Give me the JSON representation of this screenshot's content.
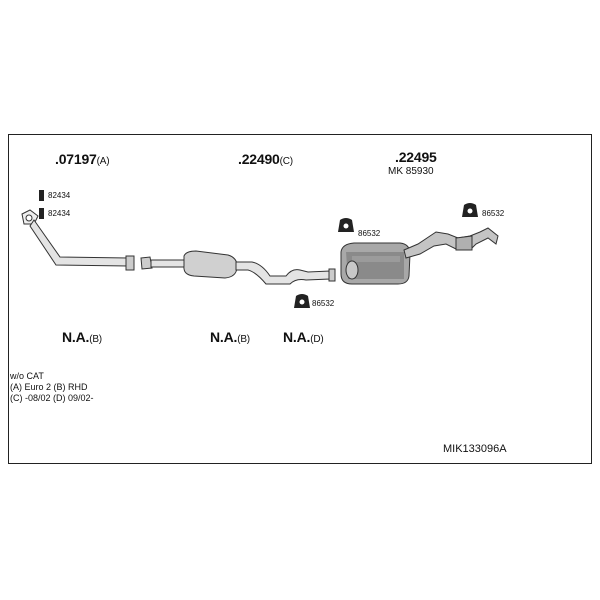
{
  "parts": {
    "p1": {
      "number": ".07197",
      "suffix": "(A)"
    },
    "p2": {
      "number": ".22490",
      "suffix": "(C)"
    },
    "p3": {
      "number": ".22495",
      "sub": "MK 85930"
    }
  },
  "small_parts": {
    "clamp_top": "82434",
    "clamp_bottom": "82434",
    "rubber_front": "86532",
    "rubber_mid": "86532",
    "rubber_rear": "86532"
  },
  "na": [
    {
      "label": "N.A.",
      "suffix": "(B)"
    },
    {
      "label": "N.A.",
      "suffix": "(B)"
    },
    {
      "label": "N.A.",
      "suffix": "(D)"
    }
  ],
  "notes": [
    "w/o CAT",
    "(A) Euro 2 (B) RHD",
    "(C) -08/02 (D) 09/02-"
  ],
  "diagram_code": "MIK133096A"
}
